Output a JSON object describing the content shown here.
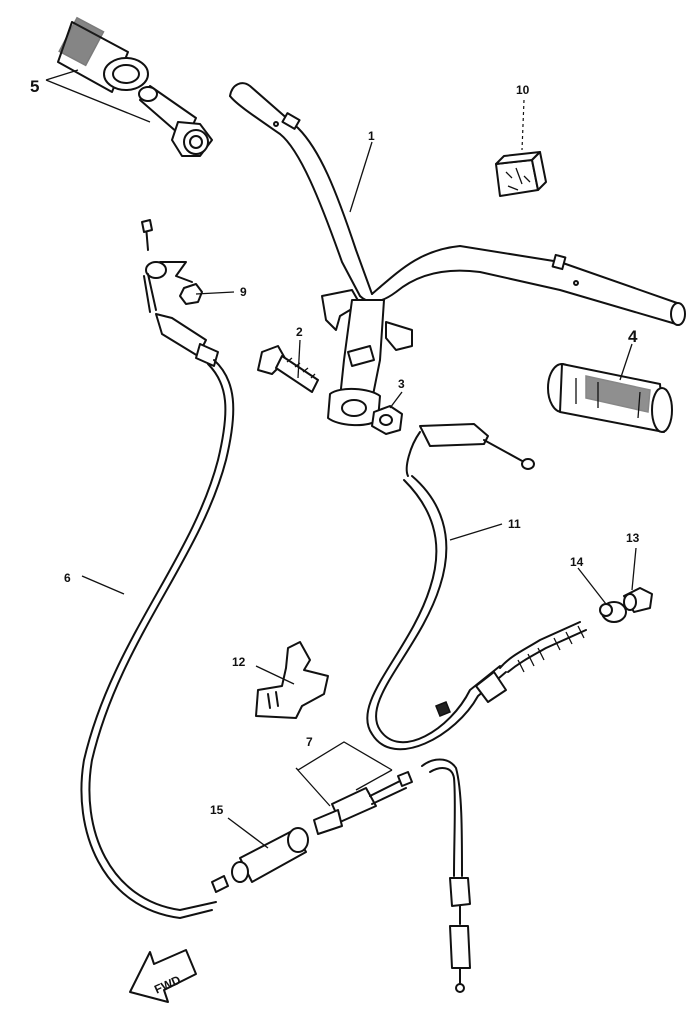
{
  "callouts": [
    {
      "id": "1",
      "text": "1"
    },
    {
      "id": "2",
      "text": "2"
    },
    {
      "id": "3",
      "text": "3"
    },
    {
      "id": "4",
      "text": "4"
    },
    {
      "id": "5",
      "text": "5"
    },
    {
      "id": "6",
      "text": "6"
    },
    {
      "id": "7",
      "text": "7"
    },
    {
      "id": "9",
      "text": "9"
    },
    {
      "id": "10",
      "text": "10"
    },
    {
      "id": "11",
      "text": "11"
    },
    {
      "id": "12",
      "text": "12"
    },
    {
      "id": "13",
      "text": "13"
    },
    {
      "id": "14",
      "text": "14"
    },
    {
      "id": "15",
      "text": "15"
    }
  ],
  "direction_arrow": {
    "text": "FWD",
    "icon": "forward-arrow-icon"
  }
}
